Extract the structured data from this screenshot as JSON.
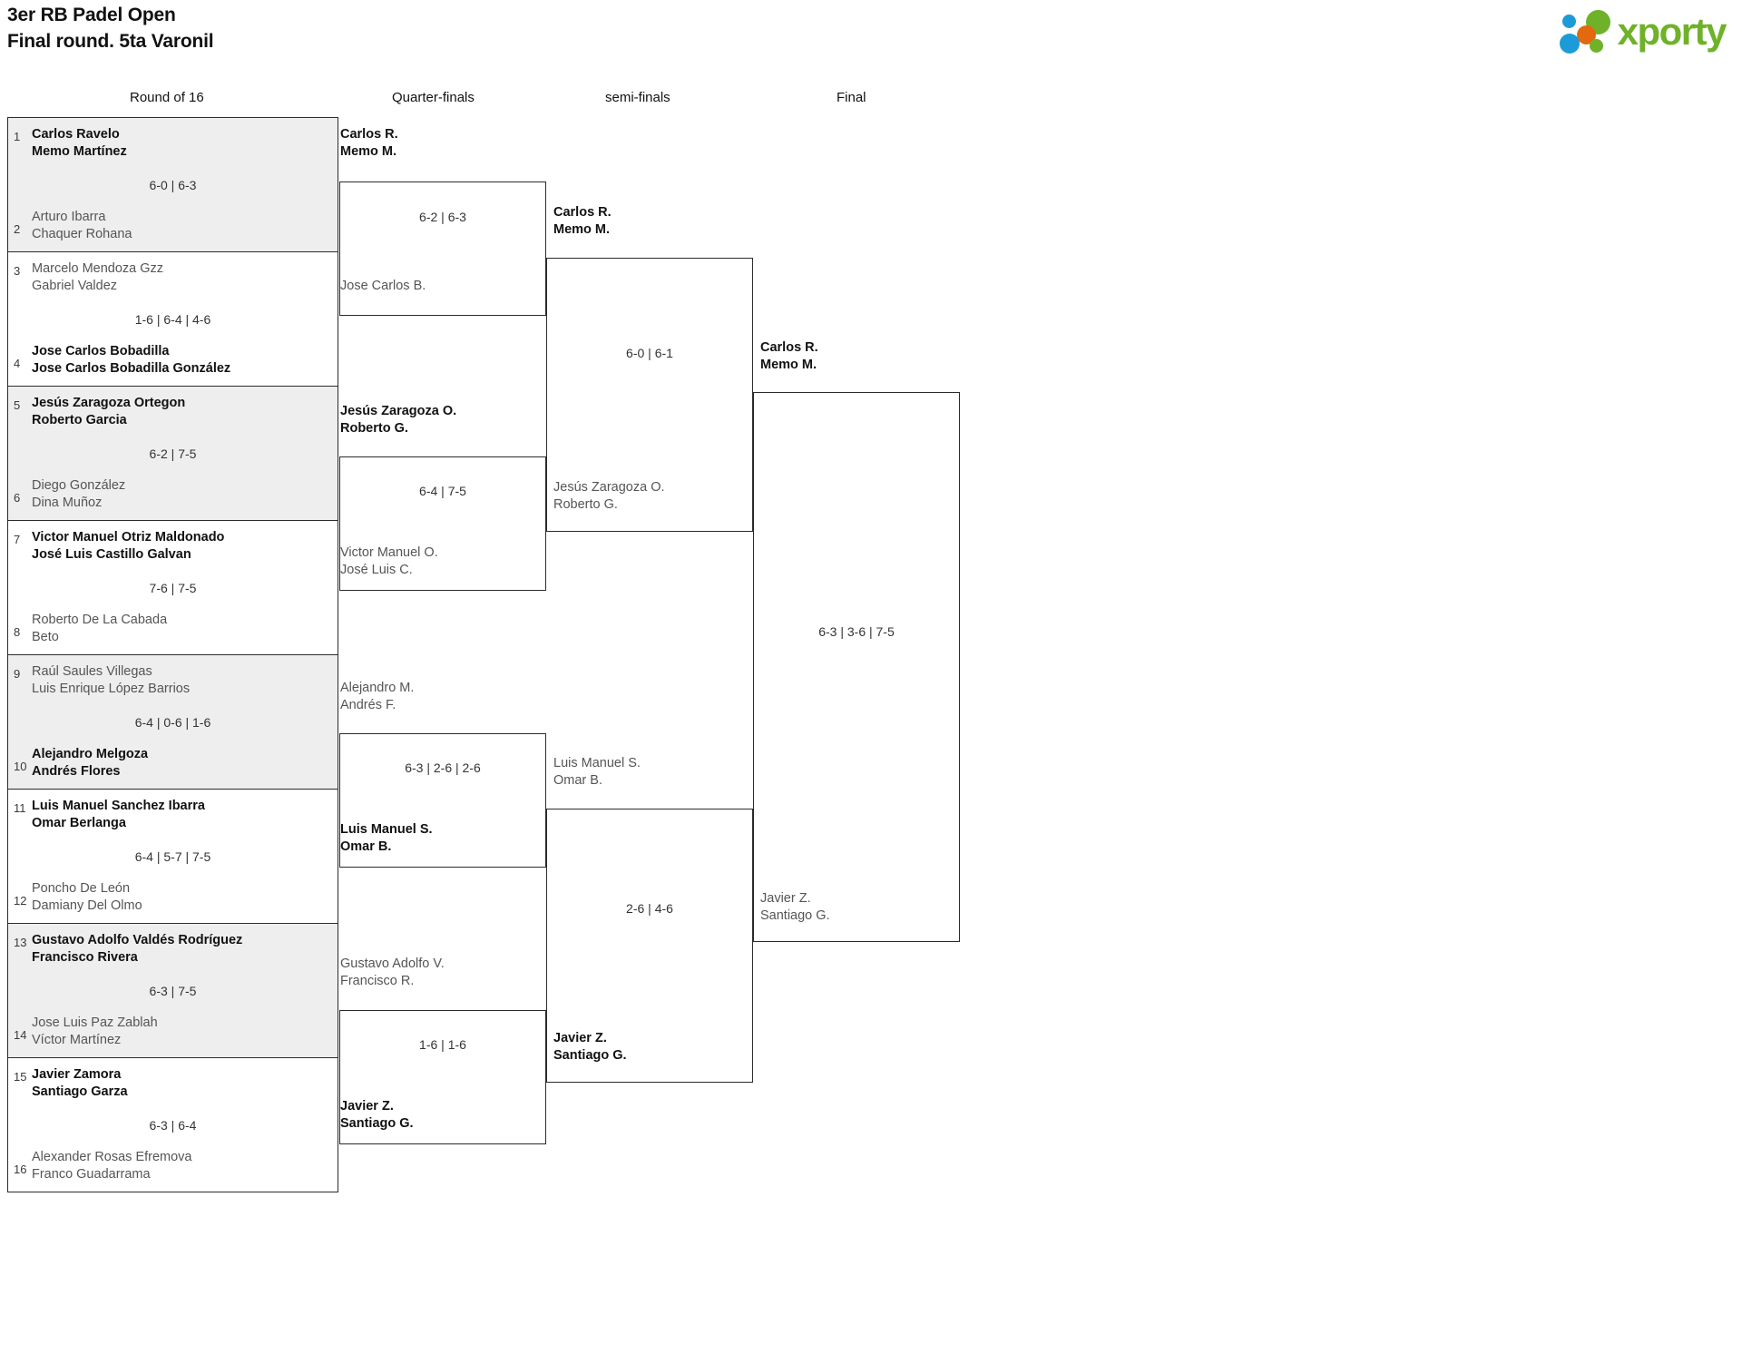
{
  "header": {
    "title_line1": "3er RB Padel Open",
    "title_line2": "Final round. 5ta Varonil",
    "logo_text": "xporty",
    "logo_colors": {
      "green": "#6fb229",
      "blue": "#1d9bd8",
      "orange": "#e2690f"
    }
  },
  "rounds": [
    {
      "label": "Round of 16"
    },
    {
      "label": "Quarter-finals"
    },
    {
      "label": "semi-finals"
    },
    {
      "label": "Final"
    }
  ],
  "round_of_16": [
    {
      "seed_top": "1",
      "top_p1": "Carlos Ravelo",
      "top_p2": "Memo Martínez",
      "seed_bot": "2",
      "bot_p1": "Arturo Ibarra",
      "bot_p2": "Chaquer Rohana",
      "score": "6-0 | 6-3",
      "winner": "top"
    },
    {
      "seed_top": "3",
      "top_p1": "Marcelo Mendoza Gzz",
      "top_p2": "Gabriel Valdez",
      "seed_bot": "4",
      "bot_p1": "Jose Carlos Bobadilla",
      "bot_p2": "Jose Carlos Bobadilla González",
      "score": "1-6 | 6-4 | 4-6",
      "winner": "bottom"
    },
    {
      "seed_top": "5",
      "top_p1": "Jesús Zaragoza Ortegon",
      "top_p2": "Roberto Garcia",
      "seed_bot": "6",
      "bot_p1": "Diego González",
      "bot_p2": "Dina Muñoz",
      "score": "6-2 | 7-5",
      "winner": "top"
    },
    {
      "seed_top": "7",
      "top_p1": "Victor Manuel Otriz Maldonado",
      "top_p2": "José Luis Castillo Galvan",
      "seed_bot": "8",
      "bot_p1": "Roberto De La Cabada",
      "bot_p2": "Beto",
      "score": "7-6 | 7-5",
      "winner": "top"
    },
    {
      "seed_top": "9",
      "top_p1": "Raúl Saules Villegas",
      "top_p2": "Luis Enrique López Barrios",
      "seed_bot": "10",
      "bot_p1": "Alejandro Melgoza",
      "bot_p2": "Andrés Flores",
      "score": "6-4 | 0-6 | 1-6",
      "winner": "bottom"
    },
    {
      "seed_top": "11",
      "top_p1": "Luis Manuel Sanchez Ibarra",
      "top_p2": "Omar Berlanga",
      "seed_bot": "12",
      "bot_p1": "Poncho De León",
      "bot_p2": "Damiany Del Olmo",
      "score": "6-4 | 5-7 | 7-5",
      "winner": "top"
    },
    {
      "seed_top": "13",
      "top_p1": "Gustavo Adolfo Valdés Rodríguez",
      "top_p2": "Francisco Rivera",
      "seed_bot": "14",
      "bot_p1": "Jose Luis Paz Zablah",
      "bot_p2": "Víctor Martínez",
      "score": "6-3 | 7-5",
      "winner": "top"
    },
    {
      "seed_top": "15",
      "top_p1": "Javier Zamora",
      "top_p2": "Santiago Garza",
      "seed_bot": "16",
      "bot_p1": "Alexander Rosas Efremova",
      "bot_p2": "Franco Guadarrama",
      "score": "6-3 | 6-4",
      "winner": "top"
    }
  ],
  "quarter_finals": [
    {
      "top_p1": "Carlos R.",
      "top_p2": "Memo M.",
      "bot_p1": "Jose Carlos B.",
      "bot_p2": "",
      "score": "6-2 | 6-3",
      "winner": "top"
    },
    {
      "top_p1": "Jesús Zaragoza O.",
      "top_p2": "Roberto G.",
      "bot_p1": "Victor Manuel O.",
      "bot_p2": "José Luis C.",
      "score": "6-4 | 7-5",
      "winner": "top"
    },
    {
      "top_p1": "Alejandro M.",
      "top_p2": "Andrés F.",
      "bot_p1": "Luis Manuel S.",
      "bot_p2": "Omar B.",
      "score": "6-3 | 2-6 | 2-6",
      "winner": "bottom"
    },
    {
      "top_p1": "Gustavo Adolfo V.",
      "top_p2": "Francisco R.",
      "bot_p1": "Javier Z.",
      "bot_p2": "Santiago G.",
      "score": "1-6 | 1-6",
      "winner": "bottom"
    }
  ],
  "semi_finals": [
    {
      "top_p1": "Carlos R.",
      "top_p2": "Memo M.",
      "bot_p1": "Jesús Zaragoza O.",
      "bot_p2": "Roberto G.",
      "score": "6-0 | 6-1",
      "winner": "top"
    },
    {
      "top_p1": "Luis Manuel S.",
      "top_p2": "Omar B.",
      "bot_p1": "Javier Z.",
      "bot_p2": "Santiago G.",
      "score": "2-6 | 4-6",
      "winner": "bottom"
    }
  ],
  "final": [
    {
      "top_p1": "Carlos R.",
      "top_p2": "Memo M.",
      "bot_p1": "Javier Z.",
      "bot_p2": "Santiago G.",
      "score": "6-3 | 3-6 | 7-5",
      "winner": "top"
    }
  ],
  "champion": {
    "p1": "Carlos R.",
    "p2": "Memo M."
  }
}
